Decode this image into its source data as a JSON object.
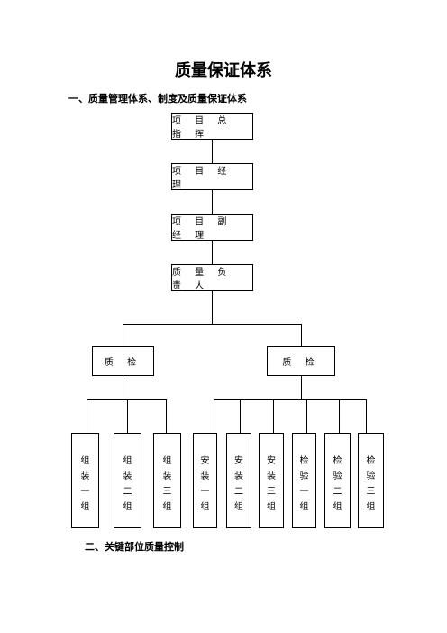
{
  "doc": {
    "title": "质量保证体系",
    "section1": "一、质量管理体系、制度及质量保证体系",
    "section2": "二、关键部位质量控制"
  },
  "org": {
    "top": [
      "项 目 总 指 挥",
      "项 目 经 理",
      "项 目 副 经 理",
      "质 量 负 责 人"
    ],
    "qc": [
      "质 检",
      "质 检"
    ],
    "groups": [
      [
        "组",
        "装",
        "一",
        "组"
      ],
      [
        "组",
        "装",
        "二",
        "组"
      ],
      [
        "组",
        "装",
        "三",
        "组"
      ],
      [
        "安",
        "装",
        "一",
        "组"
      ],
      [
        "安",
        "装",
        "二",
        "组"
      ],
      [
        "安",
        "装",
        "三",
        "组"
      ],
      [
        "检",
        "验",
        "一",
        "组"
      ],
      [
        "检",
        "验",
        "二",
        "组"
      ],
      [
        "检",
        "验",
        "三",
        "组"
      ]
    ]
  }
}
